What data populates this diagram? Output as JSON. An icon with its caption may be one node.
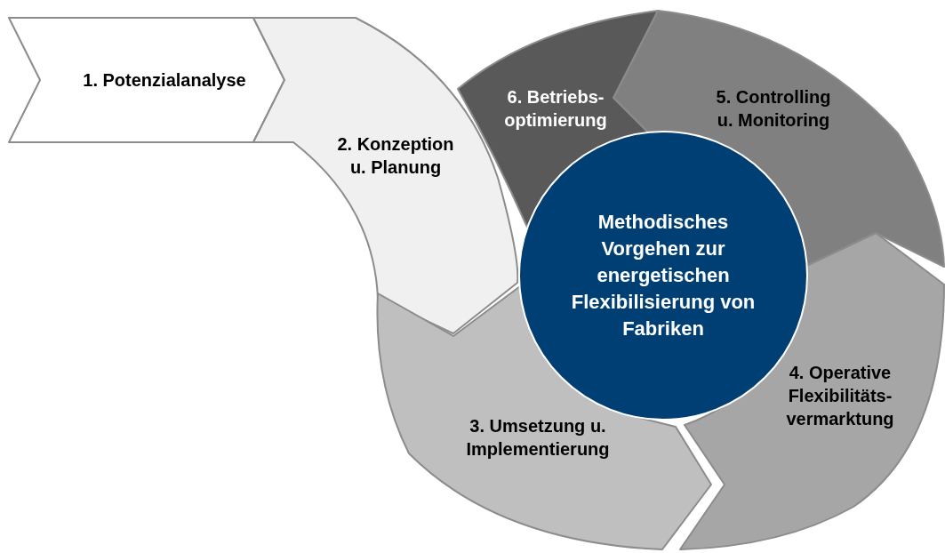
{
  "diagram": {
    "nodes": [
      {
        "text": [
          "1. Potenzialanalyse"
        ]
      },
      {
        "text": [
          "2. Konzeption u. Planung"
        ]
      },
      {
        "text": [
          "3. Umsetzung u. Implementierung"
        ]
      },
      {
        "text": [
          "4. Operative Flexibilitäts-vermarktung"
        ]
      },
      {
        "text": [
          "5. Controlling u. Monitoring"
        ]
      },
      {
        "text": [
          "6. Betriebs-optimierung"
        ]
      },
      {
        "text": [
          "Methodisches Vorgehen zur energetischen Flexibilisierung von Fabriken"
        ]
      }
    ],
    "edges": []
  }
}
